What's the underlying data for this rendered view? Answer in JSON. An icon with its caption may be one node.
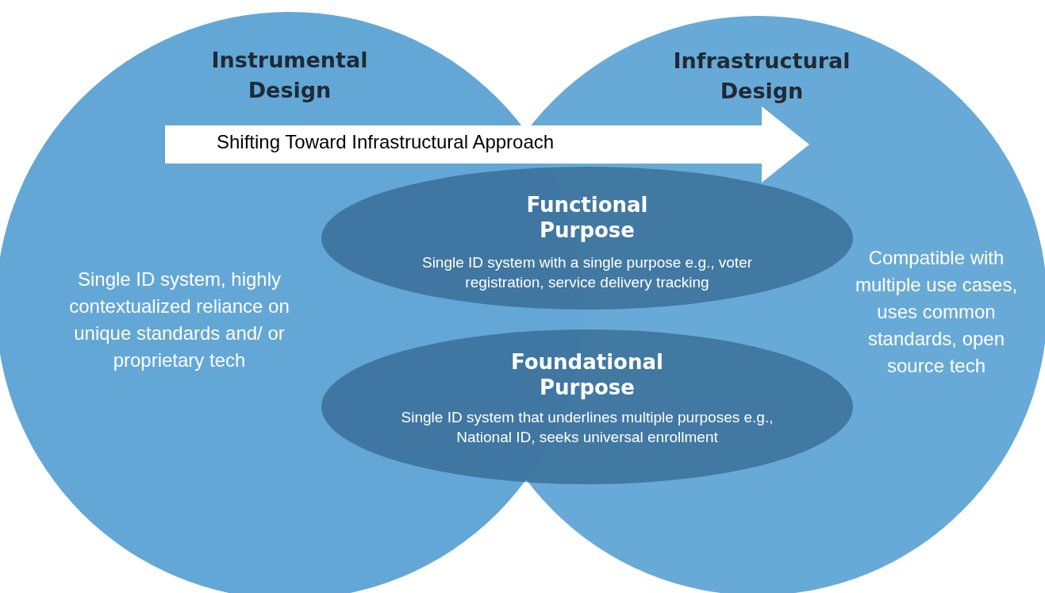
{
  "diagram": {
    "nodes": [
      {
        "text": [
          "Instrumental Design",
          "Single ID system, highly contextualized reliance on unique standards and/ or proprietary tech"
        ]
      },
      {
        "text": [
          "Infrastructural Design",
          "Compatible with multiple use cases, uses common standards, open source tech"
        ]
      },
      {
        "text": [
          "Functional Purpose",
          "Single ID system with a single purpose e.g., voter registration, service delivery tracking"
        ]
      },
      {
        "text": [
          "Foundational Purpose",
          "Single ID system that underlines multiple purposes e.g., National ID, seeks universal enrollment"
        ]
      }
    ],
    "labels": [
      "Shifting Toward Infrastructural Approach"
    ]
  }
}
